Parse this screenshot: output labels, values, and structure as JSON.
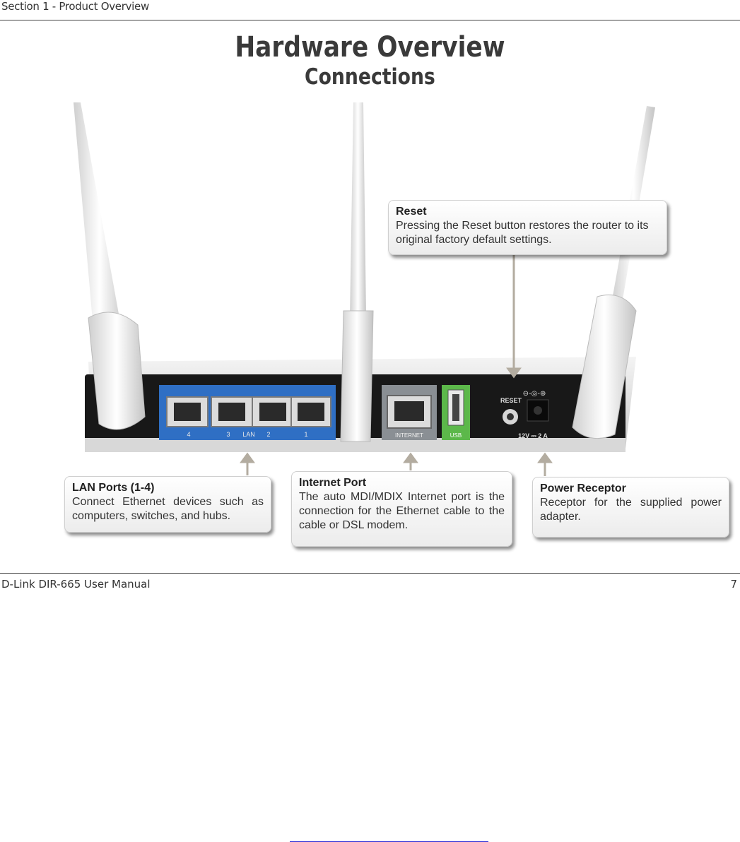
{
  "header": {
    "section": "Section 1 - Product Overview"
  },
  "title": {
    "main": "Hardware Overview",
    "sub": "Connections"
  },
  "callouts": {
    "reset": {
      "heading": "Reset",
      "text": "Pressing the Reset button restores the router to its original factory default settings."
    },
    "lan": {
      "heading": "LAN Ports (1-4)",
      "text": "Connect Ethernet devices such as computers, switches, and hubs."
    },
    "internet": {
      "heading": "Internet Port",
      "text": "The auto MDI/MDIX Internet port is the connection for the Ethernet cable to the cable or DSL modem."
    },
    "power": {
      "heading": "Power Receptor",
      "text": "Receptor for the supplied power adapter."
    }
  },
  "router_labels": {
    "lan_port_numbers": [
      "4",
      "3",
      "2",
      "1"
    ],
    "lan": "LAN",
    "internet": "INTERNET",
    "usb": "USB",
    "reset": "RESET",
    "power_rating": "12V ⎓ 2 A"
  },
  "colors": {
    "lan_panel": "#2f6fc4",
    "usb_panel": "#5cb84a",
    "internet_panel": "#8a8f94",
    "arrow": "#b3aca0"
  },
  "footer": {
    "manual": "D-Link DIR-665 User Manual",
    "page_number": "7"
  }
}
